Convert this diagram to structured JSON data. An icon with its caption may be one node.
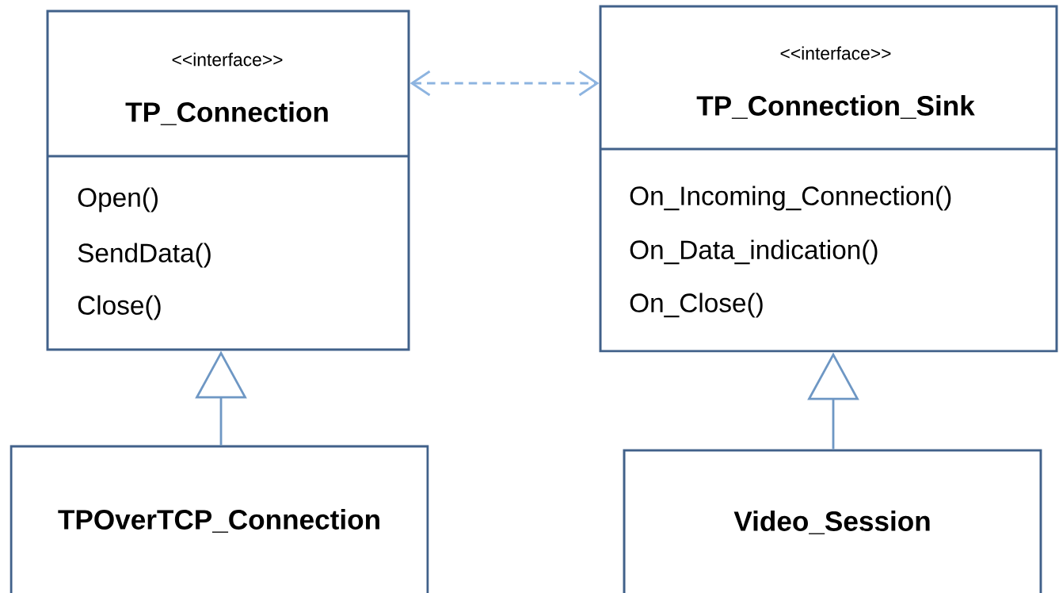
{
  "diagram": {
    "nodes": [
      {
        "text": [
          "<<interface>>",
          "TP_Connection",
          "Open()",
          "SendData()",
          "Close()"
        ]
      },
      {
        "text": [
          "<<interface>>",
          "TP_Connection_Sink",
          "On_Incoming_Connection()",
          "On_Data_indication()",
          "On_Close()"
        ]
      },
      {
        "text": [
          "TPOverTCP_Connection"
        ]
      },
      {
        "text": [
          "Video_Session"
        ]
      }
    ],
    "edges": [
      {
        "from": 0,
        "to": 1,
        "arrow": "both",
        "style": "dashed",
        "color": "#8db4e0"
      },
      {
        "from": 2,
        "to": 0,
        "arrow": "to"
      },
      {
        "from": 3,
        "to": 1,
        "arrow": "to"
      }
    ]
  }
}
